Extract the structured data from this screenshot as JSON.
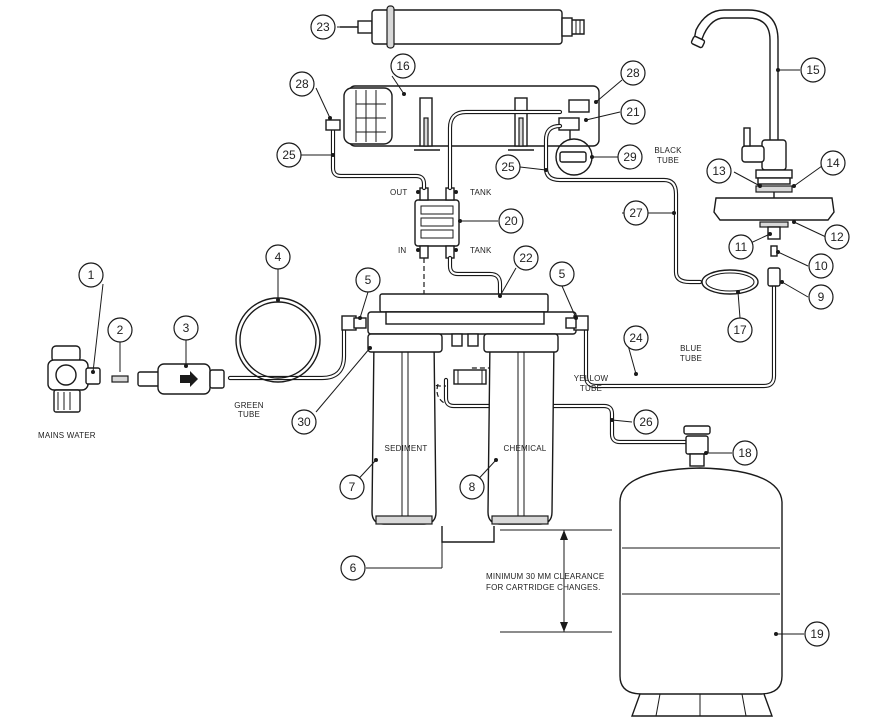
{
  "labels": {
    "mains_water": "MAINS WATER",
    "green_tube_1": "GREEN",
    "green_tube_2": "TUBE",
    "sediment": "SEDIMENT",
    "chemical": "CHEMICAL",
    "out": "OUT",
    "tank_top": "TANK",
    "in": "IN",
    "tank_bottom": "TANK",
    "black_tube_1": "BLACK",
    "black_tube_2": "TUBE",
    "blue_tube_1": "BLUE",
    "blue_tube_2": "TUBE",
    "yellow_tube_1": "YELLOW",
    "yellow_tube_2": "TUBE",
    "clearance_1": "MINIMUM 30 MM CLEARANCE",
    "clearance_2": "FOR CARTRIDGE CHANGES."
  },
  "callouts": {
    "c1": "1",
    "c2": "2",
    "c3": "3",
    "c4": "4",
    "c5a": "5",
    "c5b": "5",
    "c6": "6",
    "c7": "7",
    "c8": "8",
    "c9": "9",
    "c10": "10",
    "c11": "11",
    "c12": "12",
    "c13": "13",
    "c14": "14",
    "c15": "15",
    "c16": "16",
    "c17": "17",
    "c18": "18",
    "c19": "19",
    "c20": "20",
    "c21": "21",
    "c22": "22",
    "c23": "23",
    "c24": "24",
    "c25a": "25",
    "c25b": "25",
    "c26": "26",
    "c27": "27",
    "c28a": "28",
    "c28b": "28",
    "c29": "29",
    "c30": "30"
  }
}
